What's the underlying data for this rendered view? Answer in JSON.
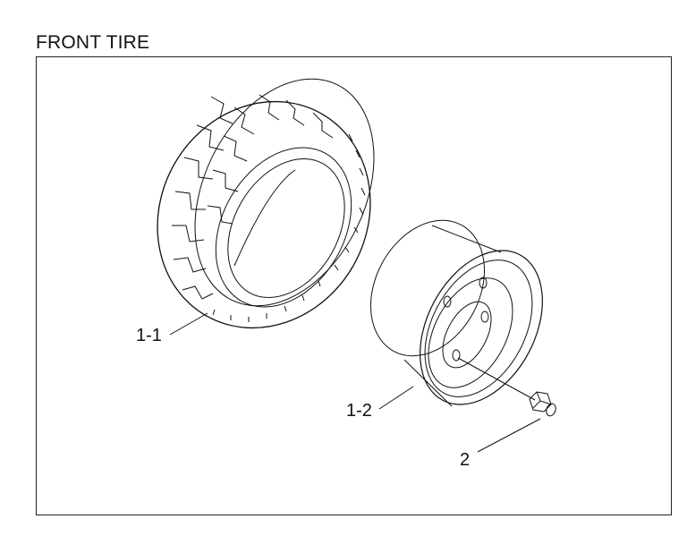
{
  "title": "FRONT TIRE",
  "callouts": {
    "tire": "1-1",
    "rim": "1-2",
    "nut": "2"
  },
  "colors": {
    "line": "#111111",
    "background": "#ffffff"
  }
}
